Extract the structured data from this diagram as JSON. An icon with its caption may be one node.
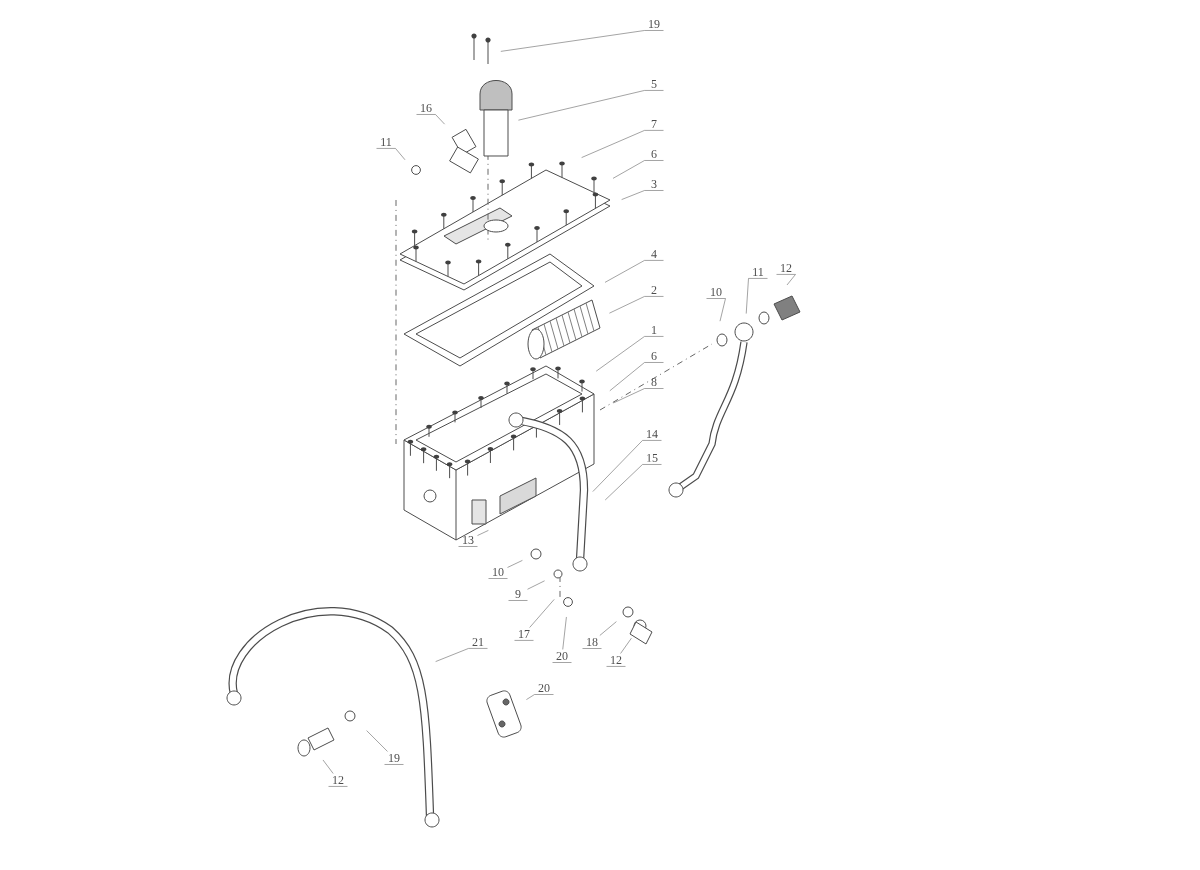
{
  "diagram": {
    "nodes": [
      {
        "text": [
          "19"
        ]
      },
      {
        "text": [
          "5"
        ]
      },
      {
        "text": [
          "16"
        ]
      },
      {
        "text": [
          "7"
        ]
      },
      {
        "text": [
          "11"
        ]
      },
      {
        "text": [
          "6"
        ]
      },
      {
        "text": [
          "3"
        ]
      },
      {
        "text": [
          "4"
        ]
      },
      {
        "text": [
          "12"
        ]
      },
      {
        "text": [
          "11"
        ]
      },
      {
        "text": [
          "2"
        ]
      },
      {
        "text": [
          "10"
        ]
      },
      {
        "text": [
          "1"
        ]
      },
      {
        "text": [
          "6"
        ]
      },
      {
        "text": [
          "8"
        ]
      },
      {
        "text": [
          "14"
        ]
      },
      {
        "text": [
          "15"
        ]
      },
      {
        "text": [
          "13"
        ]
      },
      {
        "text": [
          "10"
        ]
      },
      {
        "text": [
          "9"
        ]
      },
      {
        "text": [
          "17"
        ]
      },
      {
        "text": [
          "20"
        ]
      },
      {
        "text": [
          "18"
        ]
      },
      {
        "text": [
          "21"
        ]
      },
      {
        "text": [
          "12"
        ]
      },
      {
        "text": [
          "20"
        ]
      },
      {
        "text": [
          "19"
        ]
      },
      {
        "text": [
          "12"
        ]
      }
    ],
    "edges": [
      {
        "from": 0,
        "to": null,
        "arrow": "none"
      },
      {
        "from": 1,
        "to": null,
        "arrow": "none"
      },
      {
        "from": 2,
        "to": null,
        "arrow": "none"
      },
      {
        "from": 3,
        "to": null,
        "arrow": "none"
      },
      {
        "from": 4,
        "to": null,
        "arrow": "none"
      },
      {
        "from": 5,
        "to": null,
        "arrow": "none"
      },
      {
        "from": 6,
        "to": null,
        "arrow": "none"
      },
      {
        "from": 7,
        "to": null,
        "arrow": "none"
      },
      {
        "from": 8,
        "to": null,
        "arrow": "none"
      },
      {
        "from": 9,
        "to": null,
        "arrow": "none"
      },
      {
        "from": 10,
        "to": null,
        "arrow": "none"
      },
      {
        "from": 11,
        "to": null,
        "arrow": "none"
      },
      {
        "from": 12,
        "to": null,
        "arrow": "none"
      },
      {
        "from": 13,
        "to": null,
        "arrow": "none"
      },
      {
        "from": 14,
        "to": null,
        "arrow": "none"
      },
      {
        "from": 15,
        "to": null,
        "arrow": "none"
      },
      {
        "from": 16,
        "to": null,
        "arrow": "none"
      },
      {
        "from": 17,
        "to": null,
        "arrow": "none"
      },
      {
        "from": 18,
        "to": null,
        "arrow": "none"
      },
      {
        "from": 19,
        "to": null,
        "arrow": "none"
      },
      {
        "from": 20,
        "to": null,
        "arrow": "none"
      },
      {
        "from": 21,
        "to": null,
        "arrow": "none"
      },
      {
        "from": 22,
        "to": null,
        "arrow": "none"
      },
      {
        "from": 23,
        "to": null,
        "arrow": "none"
      },
      {
        "from": 24,
        "to": null,
        "arrow": "none"
      },
      {
        "from": 25,
        "to": null,
        "arrow": "none"
      },
      {
        "from": 26,
        "to": null,
        "arrow": "none"
      },
      {
        "from": 27,
        "to": null,
        "arrow": "none"
      }
    ]
  }
}
